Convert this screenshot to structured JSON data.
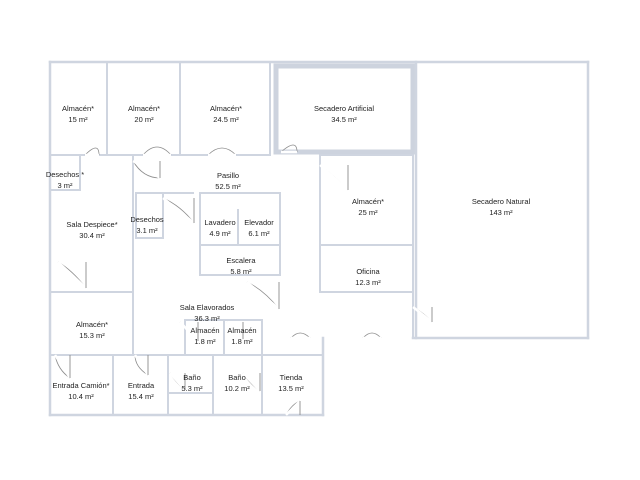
{
  "plan": {
    "colors": {
      "wall": "#cfd5e0",
      "wall_thick": "#cdd3de",
      "door": "#8c8c8c",
      "text": "#222222",
      "background": "#ffffff"
    },
    "rooms": [
      {
        "id": "almacen-1",
        "name": "Almacén*",
        "area": "15 m²"
      },
      {
        "id": "almacen-2",
        "name": "Almacén*",
        "area": "20 m²"
      },
      {
        "id": "almacen-3",
        "name": "Almacén*",
        "area": "24.5 m²"
      },
      {
        "id": "secadero-artificial",
        "name": "Secadero Artificial",
        "area": "34.5 m²"
      },
      {
        "id": "secadero-natural",
        "name": "Secadero Natural",
        "area": "143 m²"
      },
      {
        "id": "desechos-1",
        "name": "Desechos *",
        "area": "3 m²"
      },
      {
        "id": "pasillo",
        "name": "Pasillo",
        "area": "52.5 m²"
      },
      {
        "id": "almacen-4",
        "name": "Almacén*",
        "area": "25 m²"
      },
      {
        "id": "sala-despiece",
        "name": "Sala Despiece*",
        "area": "30.4 m²"
      },
      {
        "id": "desechos-2",
        "name": "Desechos",
        "area": "3.1 m²"
      },
      {
        "id": "lavadero",
        "name": "Lavadero",
        "area": "4.9 m²"
      },
      {
        "id": "elevador",
        "name": "Elevador",
        "area": "6.1 m²"
      },
      {
        "id": "escalera",
        "name": "Escalera",
        "area": "5.8 m²"
      },
      {
        "id": "oficina",
        "name": "Oficina",
        "area": "12.3 m²"
      },
      {
        "id": "sala-elavorados",
        "name": "Sala Elavorados",
        "area": "36.3 m²"
      },
      {
        "id": "almacen-5",
        "name": "Almacén*",
        "area": "15.3 m²"
      },
      {
        "id": "almacen-6",
        "name": "Almacén",
        "area": "1.8 m²"
      },
      {
        "id": "almacen-7",
        "name": "Almacén",
        "area": "1.8 m²"
      },
      {
        "id": "entrada-camion",
        "name": "Entrada Camión*",
        "area": "10.4 m²"
      },
      {
        "id": "entrada",
        "name": "Entrada",
        "area": "15.4 m²"
      },
      {
        "id": "bano-1",
        "name": "Baño",
        "area": "5.3 m²"
      },
      {
        "id": "bano-2",
        "name": "Baño",
        "area": "10.2 m²"
      },
      {
        "id": "tienda",
        "name": "Tienda",
        "area": "13.5 m²"
      }
    ]
  }
}
